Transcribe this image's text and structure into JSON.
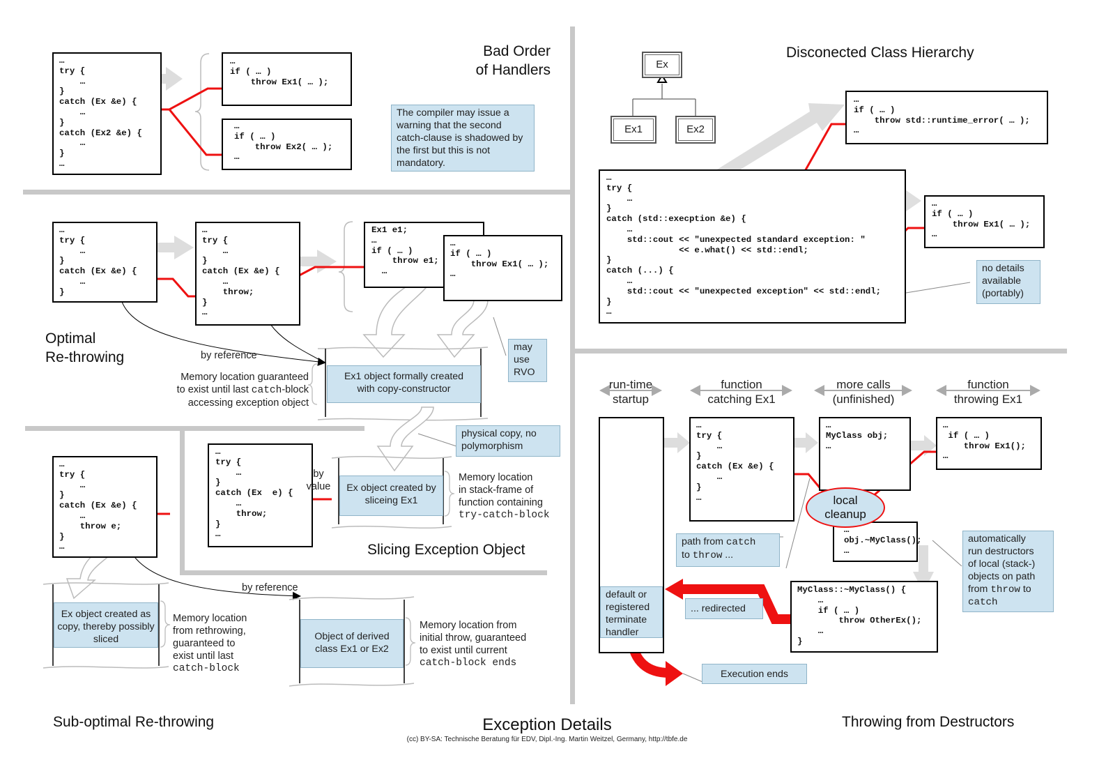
{
  "page": {
    "title": "Exception Details",
    "credit": "(cc) BY-SA: Technische Beratung für EDV, Dipl.-Ing. Martin Weitzel, Germany, http://tbfe.de"
  },
  "bad_order": {
    "title_line1": "Bad Order",
    "title_line2": "of Handlers",
    "code_main": "…\ntry {\n    …\n}\ncatch (Ex &e) {\n    …\n}\ncatch (Ex2 &e) {\n    …\n}\n…",
    "code_ex1": "…\nif ( … )\n    throw Ex1( … );",
    "code_ex2": "…\nif ( … )\n    throw Ex2( … );\n…",
    "note": "The compiler may issue a warning that the second catch-clause is shadowed by the first but this is not mandatory."
  },
  "rethrow_opt": {
    "title_line1": "Optimal",
    "title_line2": "Re-throwing",
    "code_a": "…\ntry {\n    …\n}\ncatch (Ex &e) {\n    …\n}",
    "code_b": "…\ntry {\n    …\n}\ncatch (Ex &e) {\n    …\n    throw;\n}\n…",
    "code_c": "Ex1 e1;\n…\nif ( … )\n    throw e1;\n  …",
    "code_d": "…\nif ( … )\n    throw Ex1( … );\n…",
    "by_reference": "by reference",
    "memory_line1": "Memory location guaranteed",
    "memory_line2_pre": "to exist until last ",
    "memory_line2_code": "catch",
    "memory_line2_post": "-block",
    "memory_line3": "accessing exception object",
    "ex1_obj": "Ex1 object formally created with copy-constructor",
    "rvo": "may use RVO",
    "physical_copy": "physical copy, no polymorphism"
  },
  "slicing": {
    "title": "Slicing Exception Object",
    "code": "…\ntry {\n    …\n}\ncatch (Ex  e) {\n    …\n    throw;\n}\n…",
    "by_value": "by\nvalue",
    "ex_obj": "Ex object created by sliceing Ex1",
    "memory_line1": "Memory location",
    "memory_line2": "in stack-frame of",
    "memory_line3": "function containing",
    "memory_line4": "try-catch-block"
  },
  "suboptimal": {
    "title": "Sub-optimal Re-throwing",
    "code": "…\ntry {\n    …\n}\ncatch (Ex &e) {\n    …\n    throw e;\n}\n…",
    "ex_copy": "Ex object created as copy, thereby possibly sliced",
    "memory_line1": "Memory location",
    "memory_line2": "from rethrowing,",
    "memory_line3": "guaranteed to",
    "memory_line4": "exist until last",
    "memory_line5": "catch-block",
    "by_reference": "by reference",
    "derived_obj": "Object of derived class Ex1 or Ex2",
    "memory2_line1": "Memory location from",
    "memory2_line2": "initial throw, guaranteed",
    "memory2_line3": "to exist until current",
    "memory2_line4": "catch-block ends"
  },
  "hierarchy": {
    "title": "Disconected Class Hierarchy",
    "class_ex": "Ex",
    "class_ex1": "Ex1",
    "class_ex2": "Ex2",
    "code_main": "…\ntry {\n    …\n}\ncatch (std::execption &e) {\n    …\n    std::cout << \"unexpected standard exception: \"\n              << e.what() << std::endl;\n}\ncatch (...) {\n    …\n    std::cout << \"unexpected exception\" << std::endl;\n}\n…",
    "code_rt": "…\nif ( … )\n    throw std::runtime_error( … );\n…",
    "code_ex1": "…\nif ( … )\n    throw Ex1( … );\n…",
    "no_details": "no details available (portably)"
  },
  "destructors": {
    "title": "Throwing from Destructors",
    "col1_line1": "run-time",
    "col1_line2": "startup",
    "col2_line1": "function",
    "col2_line2": "catching Ex1",
    "col3_line1": "more calls",
    "col3_line2": "(unfinished)",
    "col4_line1": "function",
    "col4_line2": "throwing Ex1",
    "code_catch": "…\ntry {\n    …\n}\ncatch (Ex &e) {\n    …\n}\n…",
    "code_more": "…\nMyClass obj;\n…",
    "code_throw": "…\n if ( … )\n    throw Ex1();\n…",
    "code_dtor_call": "…\nobj.~MyClass();\n…",
    "code_dtor": "MyClass::~MyClass() {\n    …\n    if ( … )\n        throw OtherEx();\n    …\n}",
    "local_cleanup_line1": "local",
    "local_cleanup_line2": "cleanup",
    "path_line1_pre": "path from ",
    "path_line1_code": "catch",
    "path_line2_pre": "to ",
    "path_line2_code": "throw",
    "path_line2_post": " ...",
    "auto_line1": "automatically",
    "auto_line2": "run destructors",
    "auto_line3": "of local (stack-)",
    "auto_line4": "objects on path",
    "auto_line5_pre": "from ",
    "auto_line5_code": "throw",
    "auto_line5_post": " to",
    "auto_line6": "catch",
    "redirected": "... redirected",
    "terminate": "default or registered terminate handler",
    "execution_ends": "Execution ends"
  },
  "colors": {
    "throw_path": "#ee1111",
    "note_bg": "#cde3f0",
    "flow_arrow": "#dddddd"
  }
}
